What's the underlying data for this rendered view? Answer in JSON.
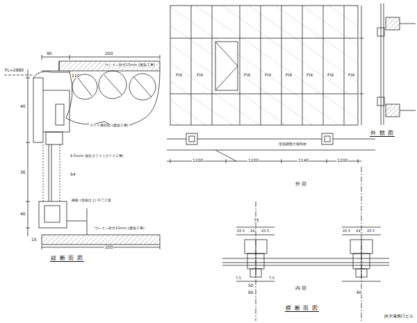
{
  "diagram": {
    "caption": "JR大塚南口ビル",
    "labels": [
      "90",
      "200",
      "ウレタン吹付15mm (建築工事)",
      "FL+2880",
      "40",
      "110",
      "ダクト接続部 (建築工事)",
      "36",
      "8.5m/m 強化ガラス (ガラス工事)",
      "54",
      "網板 (型板仕上) 不二工業",
      "40",
      "ウレタン吹付15mm (建築工事)",
      "15",
      "200",
      "縦 断 面 図",
      "FIX",
      "FIX",
      "FIX",
      "FIX",
      "FIX",
      "FIX",
      "FIX",
      "FIX",
      "室温調整仕様部材",
      "1200",
      "1200",
      "1140",
      "1200",
      "外 観 図",
      "外 部",
      "75",
      "25.5",
      "24",
      "25.5",
      "25.5",
      "24",
      "25.5",
      "7.5",
      "7.5",
      "50",
      "60",
      "60",
      "内 部",
      "横 断 面 図"
    ]
  }
}
